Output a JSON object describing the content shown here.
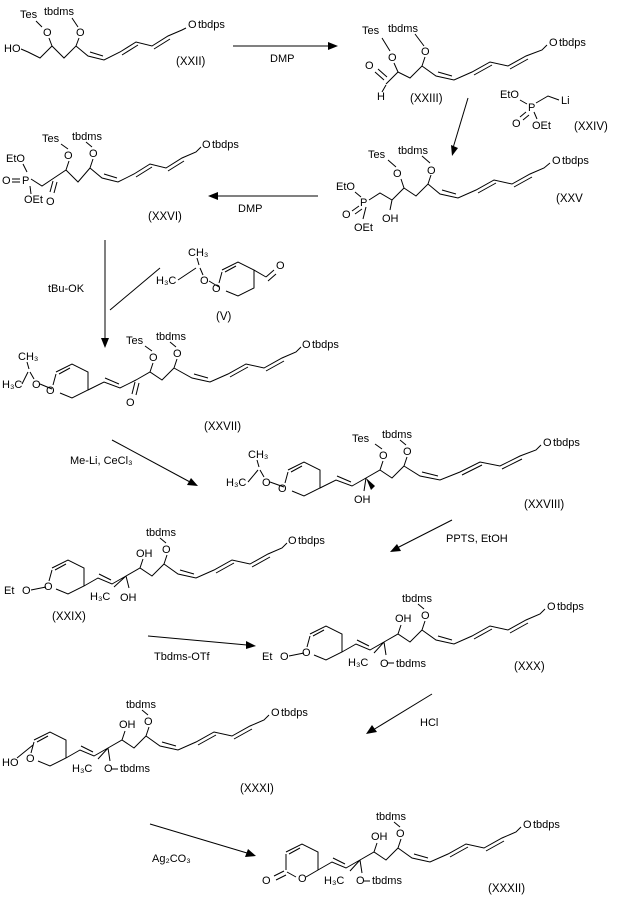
{
  "compounds": {
    "xxii": {
      "caption": "(XXII)",
      "ho": "HO",
      "tes": "Tes",
      "tbdms": "tbdms",
      "o_tes": "O",
      "o_tbdms": "O",
      "o_right": "O",
      "tbdps": "tbdps"
    },
    "xxiii": {
      "caption": "(XXIII)",
      "h_ald": "H",
      "o_ald": "O",
      "tes": "Tes",
      "tbdms": "tbdms",
      "o_tes": "O",
      "o_tbdms": "O",
      "o_right": "O",
      "tbdps": "tbdps"
    },
    "xxiv": {
      "caption": "(XXIV)",
      "eto": "EtO",
      "p": "P",
      "o_p": "O",
      "oet": "OEt",
      "li": "Li"
    },
    "xxv": {
      "caption": "(XXV",
      "eto": "EtO",
      "p": "P",
      "o_p": "O",
      "oet": "OEt",
      "oh": "OH",
      "tes": "Tes",
      "tbdms": "tbdms",
      "o_tes": "O",
      "o_tbdms": "O",
      "o_right": "O",
      "tbdps": "tbdps"
    },
    "xxvi": {
      "caption": "(XXVI)",
      "eto": "EtO",
      "p": "P",
      "o_p": "O",
      "oet": "OEt",
      "o_ket": "O",
      "tes": "Tes",
      "tbdms": "tbdms",
      "o_tes": "O",
      "o_tbdms": "O",
      "o_right": "O",
      "tbdps": "tbdps"
    },
    "v": {
      "caption": "(V)",
      "ch3": "CH₃",
      "h3c": "H₃C",
      "o_ipr": "O",
      "o_ring": "O",
      "o_ald": "O"
    },
    "xxvii": {
      "caption": "(XXVII)",
      "ch3": "CH₃",
      "h3c": "H₃C",
      "o_ipr": "O",
      "o_ring": "O",
      "o_ket": "O",
      "tes": "Tes",
      "tbdms": "tbdms",
      "o_tes": "O",
      "o_tbdms": "O",
      "o_right": "O",
      "tbdps": "tbdps"
    },
    "xxviii": {
      "caption": "(XXVIII)",
      "ch3": "CH₃",
      "h3c": "H₃C",
      "o_ipr": "O",
      "o_ring": "O",
      "oh": "OH",
      "tes": "Tes",
      "tbdms": "tbdms",
      "o_tes": "O",
      "o_tbdms": "O",
      "o_right": "O",
      "tbdps": "tbdps"
    },
    "xxix": {
      "caption": "(XXIX)",
      "et": "Et",
      "o_et": "O",
      "o_ring": "O",
      "oh_sec": "OH",
      "oh_tert": "OH",
      "h3c": "H₃C",
      "tbdms": "tbdms",
      "o_tbdms": "O",
      "o_right": "O",
      "tbdps": "tbdps"
    },
    "xxx": {
      "caption": "(XXX)",
      "et": "Et",
      "o_et": "O",
      "o_ring": "O",
      "oh": "OH",
      "h3c": "H₃C",
      "o_q": "O",
      "tbdms_q": "tbdms",
      "tbdms": "tbdms",
      "o_tbdms": "O",
      "o_right": "O",
      "tbdps": "tbdps"
    },
    "xxxi": {
      "caption": "(XXXI)",
      "ho": "HO",
      "o_ring": "O",
      "oh": "OH",
      "h3c": "H₃C",
      "o_q": "O",
      "tbdms_q": "tbdms",
      "tbdms": "tbdms",
      "o_tbdms": "O",
      "o_right": "O",
      "tbdps": "tbdps"
    },
    "xxxii": {
      "caption": "(XXXII)",
      "o_lactone": "O",
      "o_ring": "O",
      "oh": "OH",
      "h3c": "H₃C",
      "o_q": "O",
      "tbdms_q": "tbdms",
      "tbdms": "tbdms",
      "o_tbdms": "O",
      "o_right": "O",
      "tbdps": "tbdps"
    }
  },
  "reagents": {
    "step1": "DMP",
    "step2": "DMP",
    "step3": "tBu-OK",
    "step4": "Me-Li, CeCl₃",
    "step5": "PPTS,  EtOH",
    "step6": "Tbdms-OTf",
    "step7": "HCl",
    "step8": "Ag₂CO₃"
  }
}
